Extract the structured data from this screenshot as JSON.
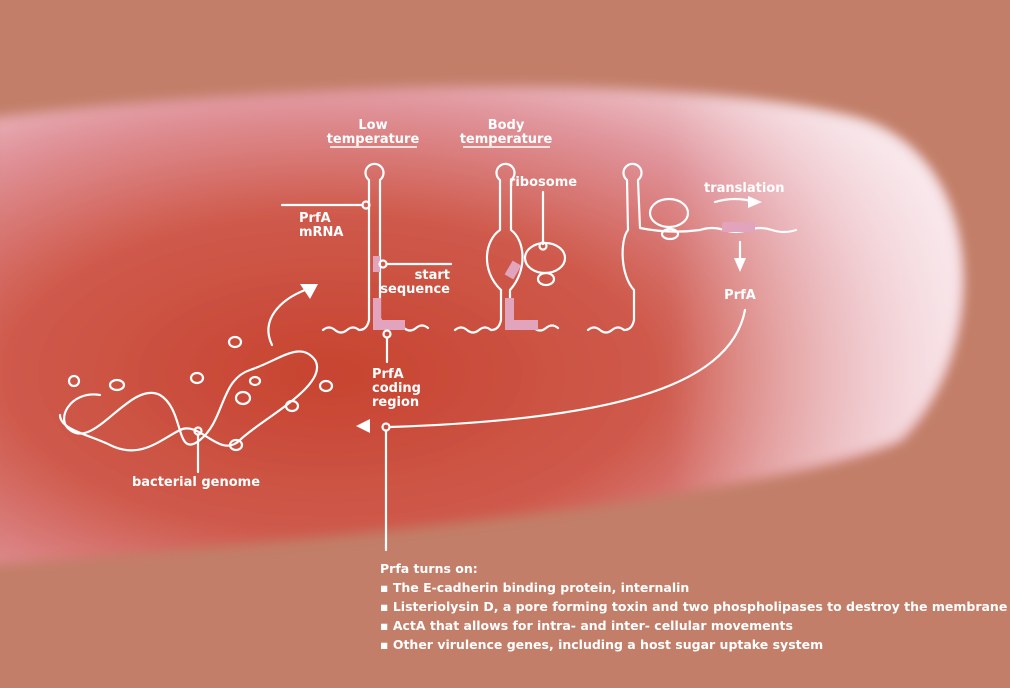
{
  "labels": {
    "low_temperature": [
      "Low",
      "temperature"
    ],
    "body_temperature": [
      "Body",
      "temperature"
    ],
    "prfa_mrna": [
      "PrfA",
      "mRNA"
    ],
    "start_sequence": [
      "start",
      "sequence"
    ],
    "prfa_coding_region": [
      "PrfA",
      "coding",
      "region"
    ],
    "ribosome": "ribosome",
    "translation": "translation",
    "prfa": "PrfA",
    "bacterial_genome": "bacterial genome"
  },
  "caption": {
    "title": "Prfa turns on:",
    "items": [
      "The E-cadherin binding protein, internalin",
      "Listeriolysin D, a pore forming toxin and two phospholipases to destroy the membrane",
      "ActA that allows for intra- and inter- cellular movements",
      "Other virulence genes, including a host sugar uptake system"
    ]
  },
  "colors": {
    "background": "#c27e68",
    "cell_core": "#c8473a",
    "cell_edge": "#e9a3ab",
    "highlight": "#e2a3bd"
  }
}
